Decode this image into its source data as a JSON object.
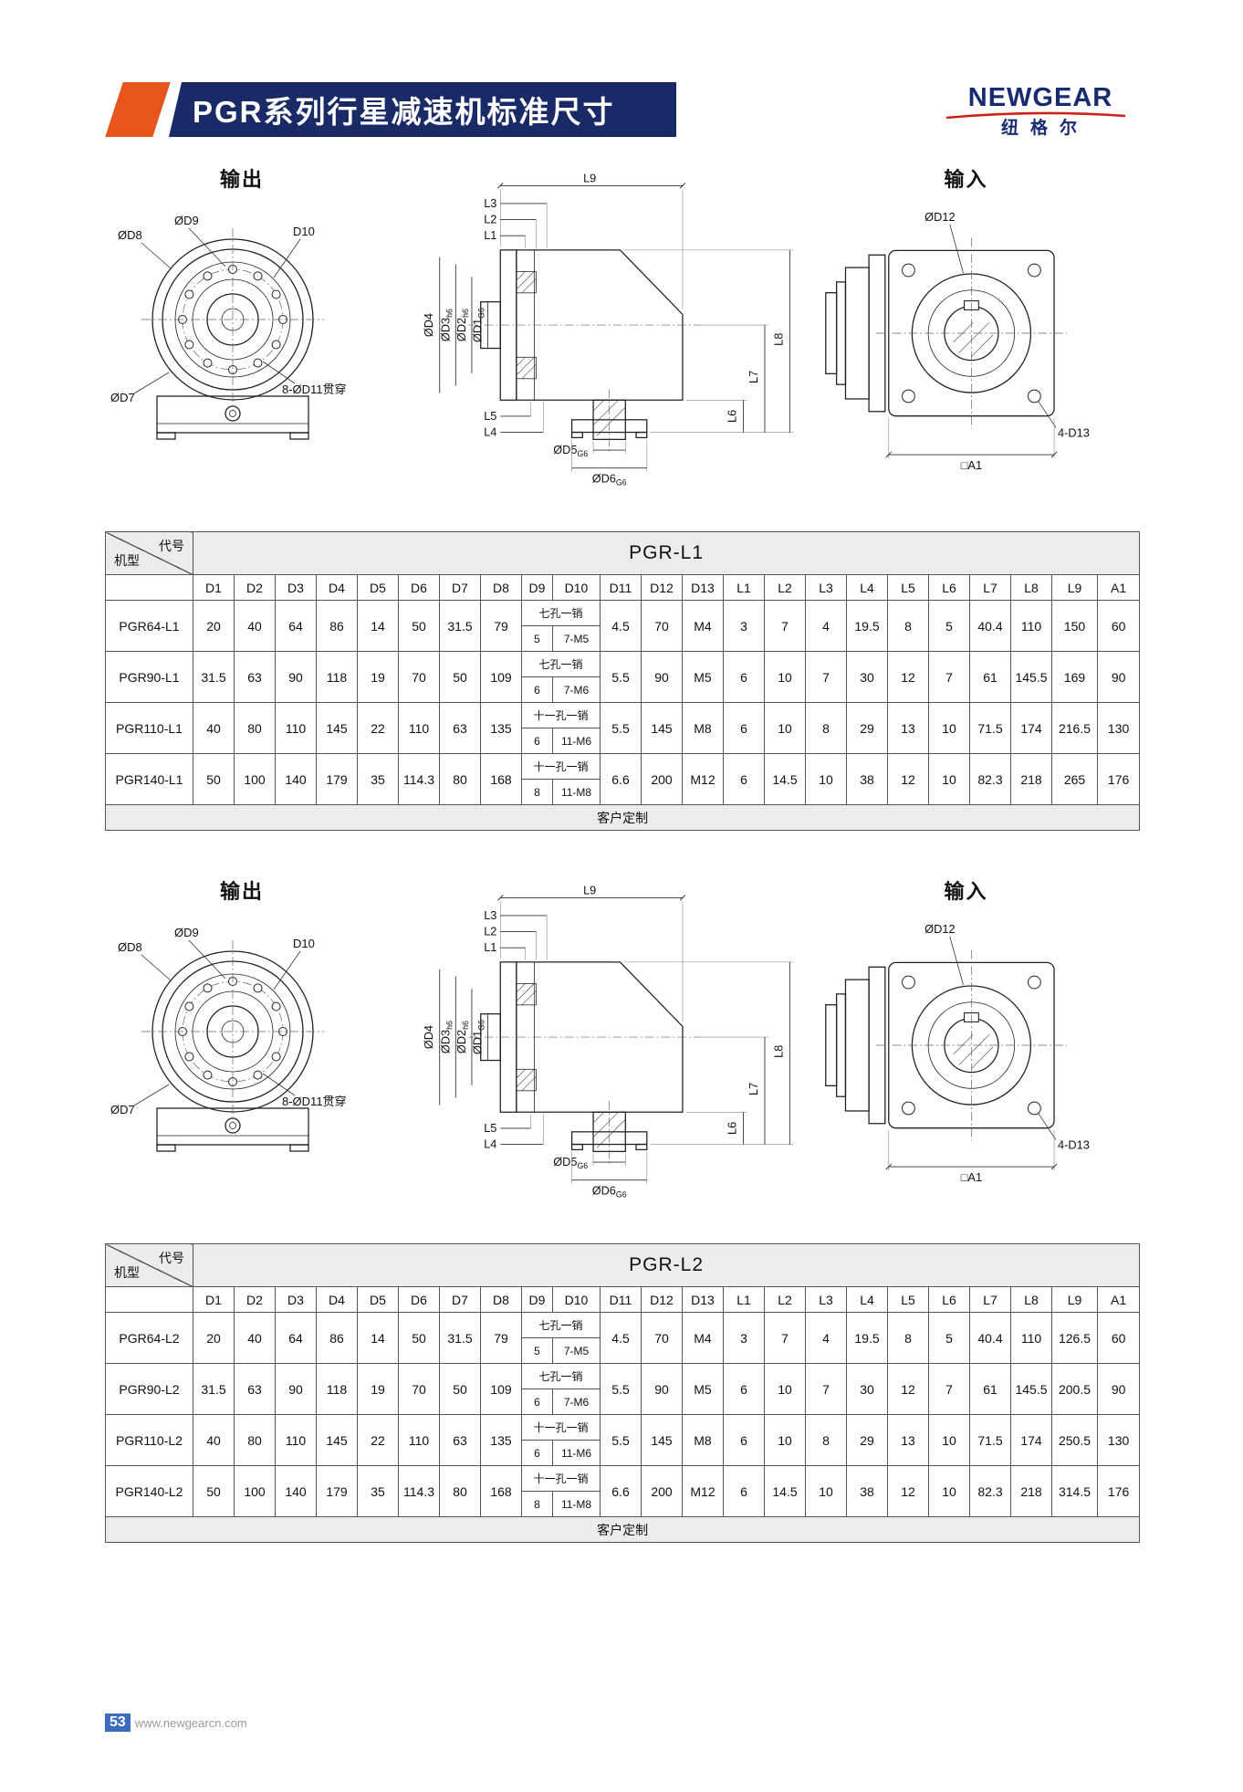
{
  "page": {
    "header": {
      "title": "PGR系列行星减速机标准尺寸",
      "brand": "NEWGEAR",
      "brand_sub": "纽格尔"
    },
    "footer": {
      "page_number": "53",
      "url": "www.newgearcn.com"
    }
  },
  "drawing": {
    "output_title": "输出",
    "input_title": "输入",
    "front": {
      "d8": "ØD8",
      "d9": "ØD9",
      "d10": "D10",
      "d7": "ØD7",
      "d11": "8-ØD11贯穿"
    },
    "side": {
      "l9": "L9",
      "l3": "L3",
      "l2": "L2",
      "l1": "L1",
      "d4": "ØD4",
      "d3": {
        "main": "ØD3",
        "sub": "h6"
      },
      "d2": {
        "main": "ØD2",
        "sub": "h6"
      },
      "d1": {
        "main": "ØD1",
        "sub": "G6"
      },
      "l5": "L5",
      "l4": "L4",
      "d5": {
        "main": "ØD5",
        "sub": "G6"
      },
      "d6": {
        "main": "ØD6",
        "sub": "G6"
      },
      "l8": "L8",
      "l7": "L7",
      "l6": "L6"
    },
    "input": {
      "d12": "ØD12",
      "d13": "4-D13",
      "a1": "□A1"
    }
  },
  "tables": [
    {
      "title": "PGR-L1",
      "corner_top": "代号",
      "corner_bottom": "机型",
      "columns": [
        "D1",
        "D2",
        "D3",
        "D4",
        "D5",
        "D6",
        "D7",
        "D8",
        "D9",
        "D10",
        "D11",
        "D12",
        "D13",
        "L1",
        "L2",
        "L3",
        "L4",
        "L5",
        "L6",
        "L7",
        "L8",
        "L9",
        "A1"
      ],
      "rows": [
        {
          "model": "PGR64-L1",
          "pre": [
            "20",
            "40",
            "64",
            "86",
            "14",
            "50",
            "31.5",
            "79"
          ],
          "note": "七孔一销",
          "d9": "5",
          "d10": "7-M5",
          "post": [
            "4.5",
            "70",
            "M4",
            "3",
            "7",
            "4",
            "19.5",
            "8",
            "5",
            "40.4",
            "110",
            "150",
            "60"
          ]
        },
        {
          "model": "PGR90-L1",
          "pre": [
            "31.5",
            "63",
            "90",
            "118",
            "19",
            "70",
            "50",
            "109"
          ],
          "note": "七孔一销",
          "d9": "6",
          "d10": "7-M6",
          "post": [
            "5.5",
            "90",
            "M5",
            "6",
            "10",
            "7",
            "30",
            "12",
            "7",
            "61",
            "145.5",
            "169",
            "90"
          ]
        },
        {
          "model": "PGR110-L1",
          "pre": [
            "40",
            "80",
            "110",
            "145",
            "22",
            "110",
            "63",
            "135"
          ],
          "note": "十一孔一销",
          "d9": "6",
          "d10": "11-M6",
          "post": [
            "5.5",
            "145",
            "M8",
            "6",
            "10",
            "8",
            "29",
            "13",
            "10",
            "71.5",
            "174",
            "216.5",
            "130"
          ]
        },
        {
          "model": "PGR140-L1",
          "pre": [
            "50",
            "100",
            "140",
            "179",
            "35",
            "114.3",
            "80",
            "168"
          ],
          "note": "十一孔一销",
          "d9": "8",
          "d10": "11-M8",
          "post": [
            "6.6",
            "200",
            "M12",
            "6",
            "14.5",
            "10",
            "38",
            "12",
            "10",
            "82.3",
            "218",
            "265",
            "176"
          ]
        }
      ],
      "footer": "客户定制"
    },
    {
      "title": "PGR-L2",
      "corner_top": "代号",
      "corner_bottom": "机型",
      "columns": [
        "D1",
        "D2",
        "D3",
        "D4",
        "D5",
        "D6",
        "D7",
        "D8",
        "D9",
        "D10",
        "D11",
        "D12",
        "D13",
        "L1",
        "L2",
        "L3",
        "L4",
        "L5",
        "L6",
        "L7",
        "L8",
        "L9",
        "A1"
      ],
      "rows": [
        {
          "model": "PGR64-L2",
          "pre": [
            "20",
            "40",
            "64",
            "86",
            "14",
            "50",
            "31.5",
            "79"
          ],
          "note": "七孔一销",
          "d9": "5",
          "d10": "7-M5",
          "post": [
            "4.5",
            "70",
            "M4",
            "3",
            "7",
            "4",
            "19.5",
            "8",
            "5",
            "40.4",
            "110",
            "126.5",
            "60"
          ]
        },
        {
          "model": "PGR90-L2",
          "pre": [
            "31.5",
            "63",
            "90",
            "118",
            "19",
            "70",
            "50",
            "109"
          ],
          "note": "七孔一销",
          "d9": "6",
          "d10": "7-M6",
          "post": [
            "5.5",
            "90",
            "M5",
            "6",
            "10",
            "7",
            "30",
            "12",
            "7",
            "61",
            "145.5",
            "200.5",
            "90"
          ]
        },
        {
          "model": "PGR110-L2",
          "pre": [
            "40",
            "80",
            "110",
            "145",
            "22",
            "110",
            "63",
            "135"
          ],
          "note": "十一孔一销",
          "d9": "6",
          "d10": "11-M6",
          "post": [
            "5.5",
            "145",
            "M8",
            "6",
            "10",
            "8",
            "29",
            "13",
            "10",
            "71.5",
            "174",
            "250.5",
            "130"
          ]
        },
        {
          "model": "PGR140-L2",
          "pre": [
            "50",
            "100",
            "140",
            "179",
            "35",
            "114.3",
            "80",
            "168"
          ],
          "note": "十一孔一销",
          "d9": "8",
          "d10": "11-M8",
          "post": [
            "6.6",
            "200",
            "M12",
            "6",
            "14.5",
            "10",
            "38",
            "12",
            "10",
            "82.3",
            "218",
            "314.5",
            "176"
          ]
        }
      ],
      "footer": "客户定制"
    }
  ]
}
